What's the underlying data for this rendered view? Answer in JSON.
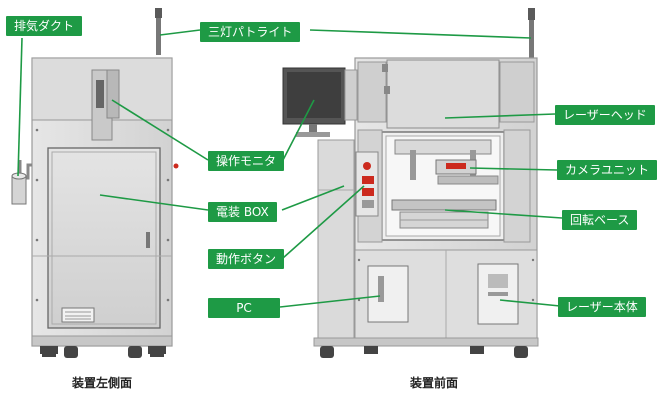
{
  "labels": {
    "exhaust_duct": "排気ダクト",
    "three_light_patlite": "三灯パトライト",
    "laser_head": "レーザーヘッド",
    "operation_monitor": "操作モニタ",
    "camera_unit": "カメラユニット",
    "electrical_box": "電装 BOX",
    "rotating_base": "回転ベース",
    "operation_button": "動作ボタン",
    "pc": "PC",
    "laser_body": "レーザー本体"
  },
  "captions": {
    "left_view": "装置左側面",
    "front_view": "装置前面"
  },
  "colors": {
    "label_bg": "#1e9a45",
    "leader_line": "#1e9a45",
    "frame": "#d9d9d9",
    "frame_dark": "#9a9a9a",
    "accent_red": "#cc2a1e"
  }
}
